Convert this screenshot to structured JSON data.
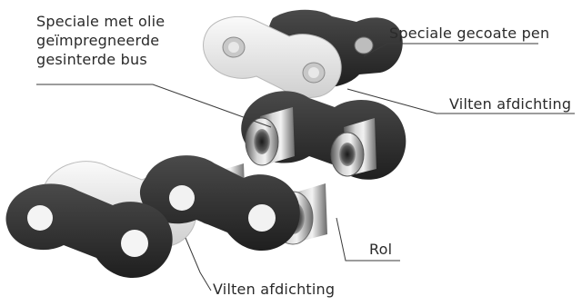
{
  "diagram": {
    "labels": {
      "sintered_bushing": [
        "Speciale met olie",
        "geïmpregneerde",
        "gesinterde bus"
      ],
      "coated_pin": "Speciale gecoate pen",
      "felt_seal_right": "Vilten afdichting",
      "roller": "Rol",
      "felt_seal_bottom": "Vilten afdichting"
    },
    "colors": {
      "dark_plate": "#2b2b2b",
      "light_plate": "#ececec",
      "metal_light": "#d8d8d8",
      "metal_mid": "#9a9a9a",
      "metal_dark": "#4a4a4a",
      "leader_line": "#3a3a3a"
    }
  }
}
